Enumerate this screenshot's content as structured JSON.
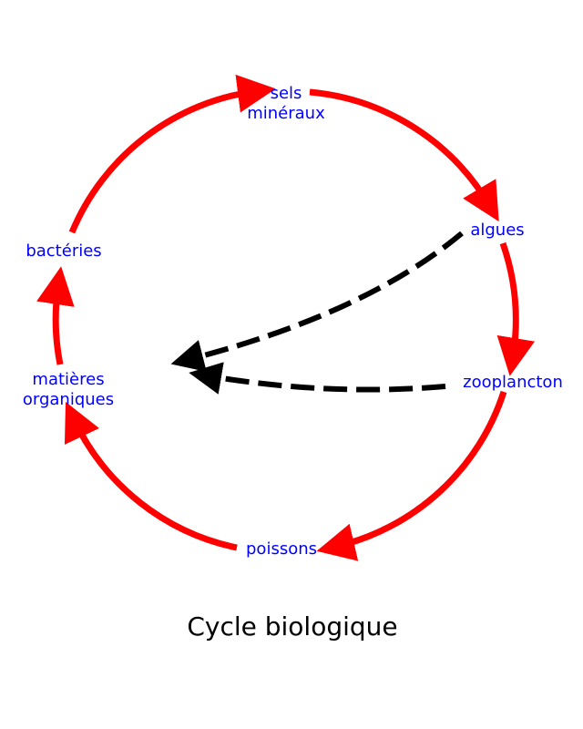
{
  "title": "Cycle biologique",
  "colors": {
    "cycle_arrow": "#ff0000",
    "secondary_arrow": "#000000",
    "label": "#0000ff",
    "title": "#000000",
    "background": "#ffffff"
  },
  "nodes": {
    "sels_mineraux": [
      "sels",
      "minéraux"
    ],
    "algues": "algues",
    "zooplancton": "zooplancton",
    "poissons": "poissons",
    "matieres_organiques": [
      "matières",
      "organiques"
    ],
    "bacteries": "bactéries"
  },
  "cycle_edges": [
    {
      "from": "bactéries",
      "to": "sels minéraux",
      "style": "solid-red"
    },
    {
      "from": "sels minéraux",
      "to": "algues",
      "style": "solid-red"
    },
    {
      "from": "algues",
      "to": "zooplancton",
      "style": "solid-red"
    },
    {
      "from": "zooplancton",
      "to": "poissons",
      "style": "solid-red"
    },
    {
      "from": "poissons",
      "to": "matières organiques",
      "style": "solid-red"
    },
    {
      "from": "matières organiques",
      "to": "bactéries",
      "style": "solid-red"
    }
  ],
  "secondary_edges": [
    {
      "from": "algues",
      "to": "matières organiques",
      "style": "dashed-black"
    },
    {
      "from": "zooplancton",
      "to": "matières organiques",
      "style": "dashed-black"
    }
  ]
}
